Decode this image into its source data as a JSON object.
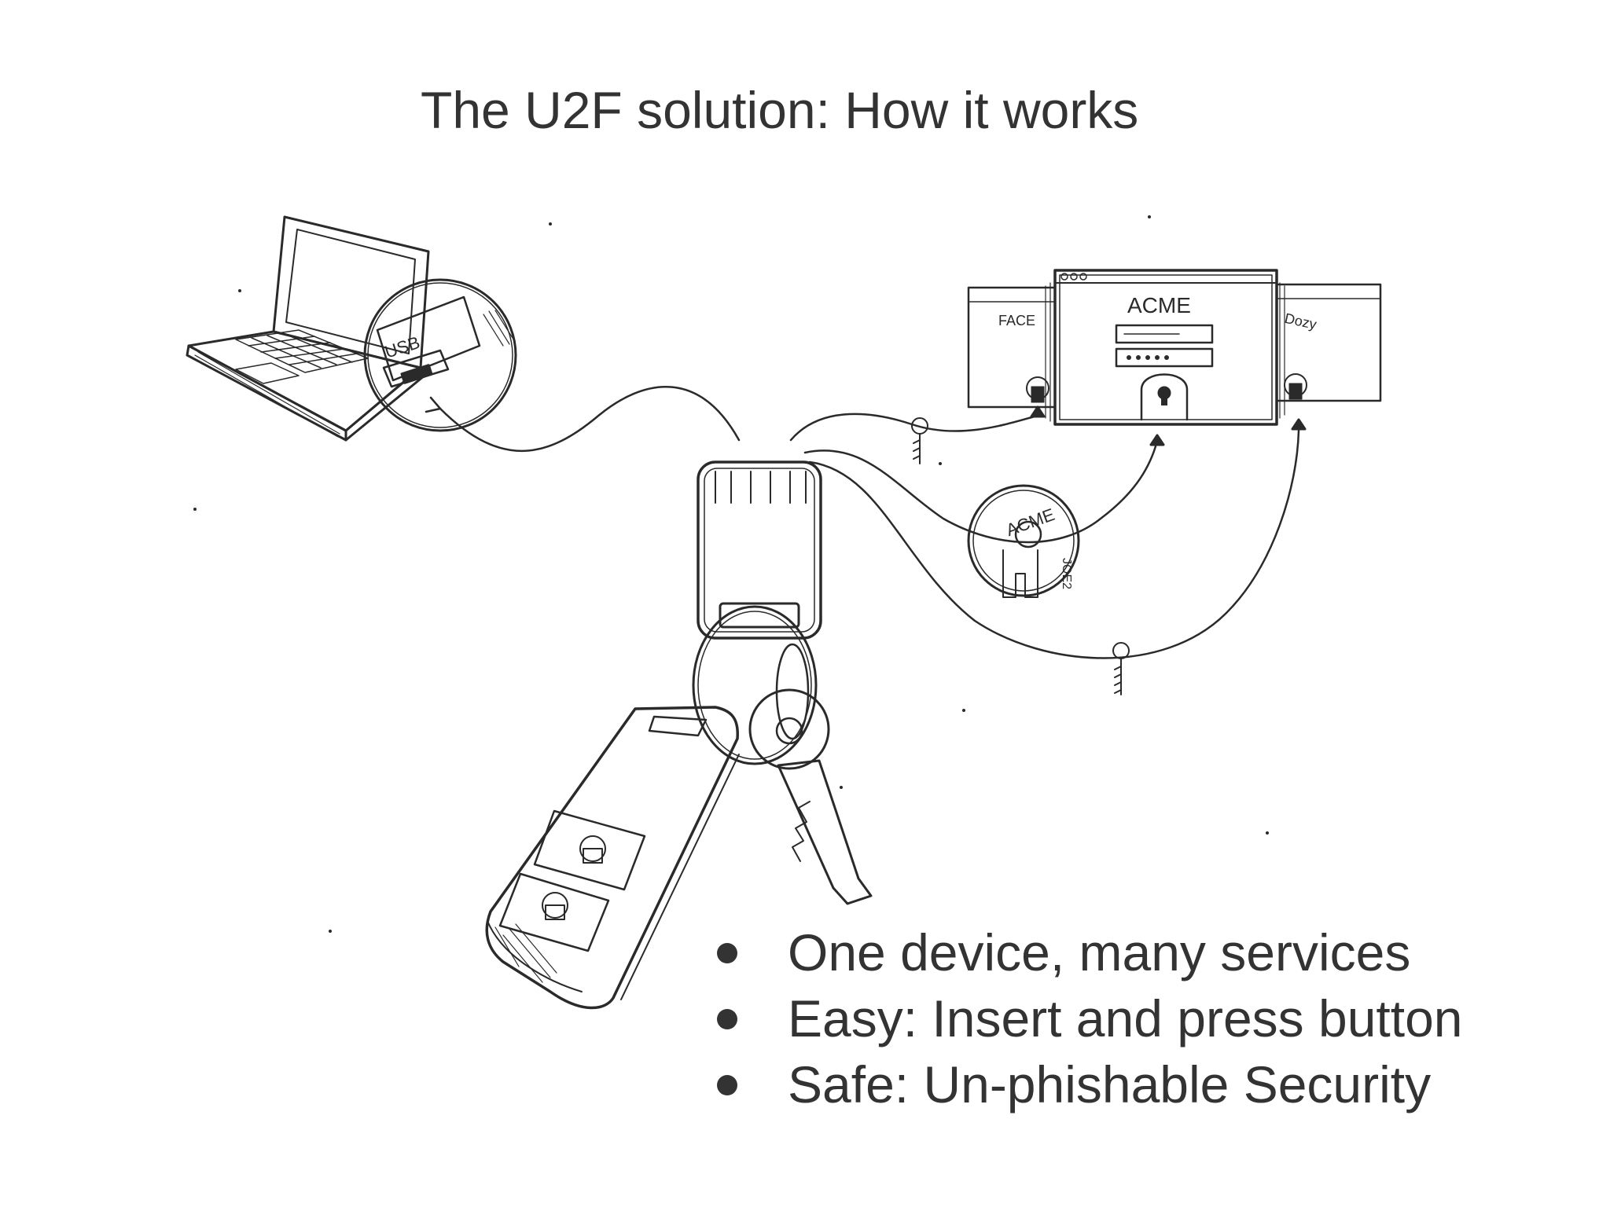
{
  "slide": {
    "title": "The U2F solution: How it works"
  },
  "illustration": {
    "laptop_port_label": "USB",
    "site_main_label": "ACME",
    "site_left_label": "FACE",
    "site_right_label": "Dozy",
    "coin_label": "ACME",
    "coin_sublabel": "JOE2",
    "colors": {
      "ink": "#2a2a2a",
      "paper": "#ffffff"
    }
  },
  "bullets": [
    "One device, many services",
    "Easy: Insert and press button",
    "Safe: Un-phishable Security"
  ]
}
